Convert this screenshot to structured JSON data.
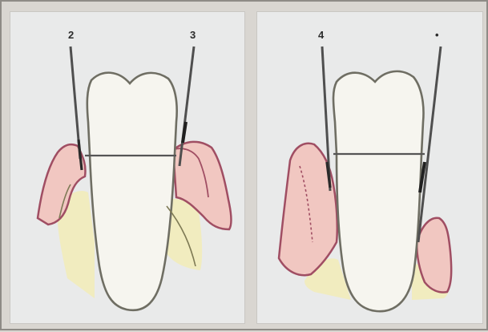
{
  "figure": {
    "panels": [
      {
        "id": "left",
        "probes": [
          {
            "label": "2"
          },
          {
            "label": "3"
          }
        ]
      },
      {
        "id": "right",
        "probes": [
          {
            "label": "4"
          },
          {
            "label": "•"
          }
        ]
      }
    ]
  },
  "colors": {
    "tooth": "#f6f5ef",
    "tooth_outline": "#6f6e63",
    "gum": "#f1c7c1",
    "gum_outline": "#a04e63",
    "bone": "#f1ecbd",
    "probe": "#4f4f4f",
    "background_panel": "#e9eaea"
  }
}
